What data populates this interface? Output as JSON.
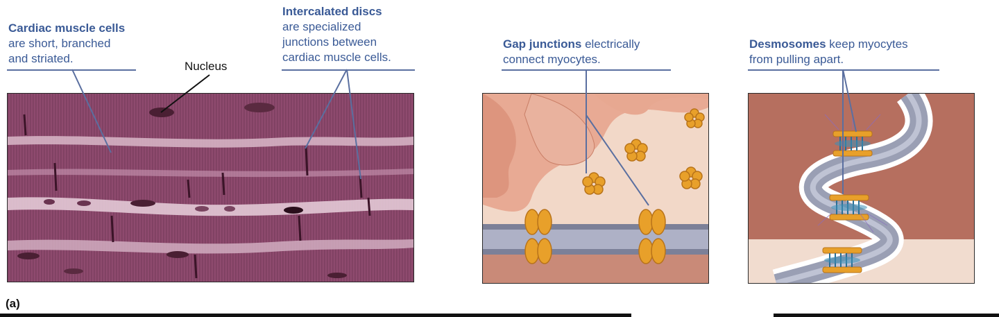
{
  "captions": {
    "cardiac": {
      "bold": "Cardiac muscle cells",
      "line2": "are short, branched",
      "line3": "and striated."
    },
    "intercalated": {
      "bold": "Intercalated discs",
      "line2": "are specialized",
      "line3": "junctions between",
      "line4": "cardiac muscle cells."
    },
    "gap": {
      "bold": "Gap junctions",
      "rest1": " electrically",
      "line2": "connect myocytes."
    },
    "desmosomes": {
      "bold": "Desmosomes",
      "rest1": " keep myocytes",
      "line2": "from pulling apart."
    }
  },
  "labels": {
    "nucleus": "Nucleus",
    "part": "(a)"
  },
  "colors": {
    "caption_blue": "#3a5a96",
    "tissue_magenta": "#8e4a6e",
    "junction_orange": "#e8a02a",
    "membrane_gray": "#9a9fb4",
    "desmosome_teal": "#3a8fb8"
  }
}
